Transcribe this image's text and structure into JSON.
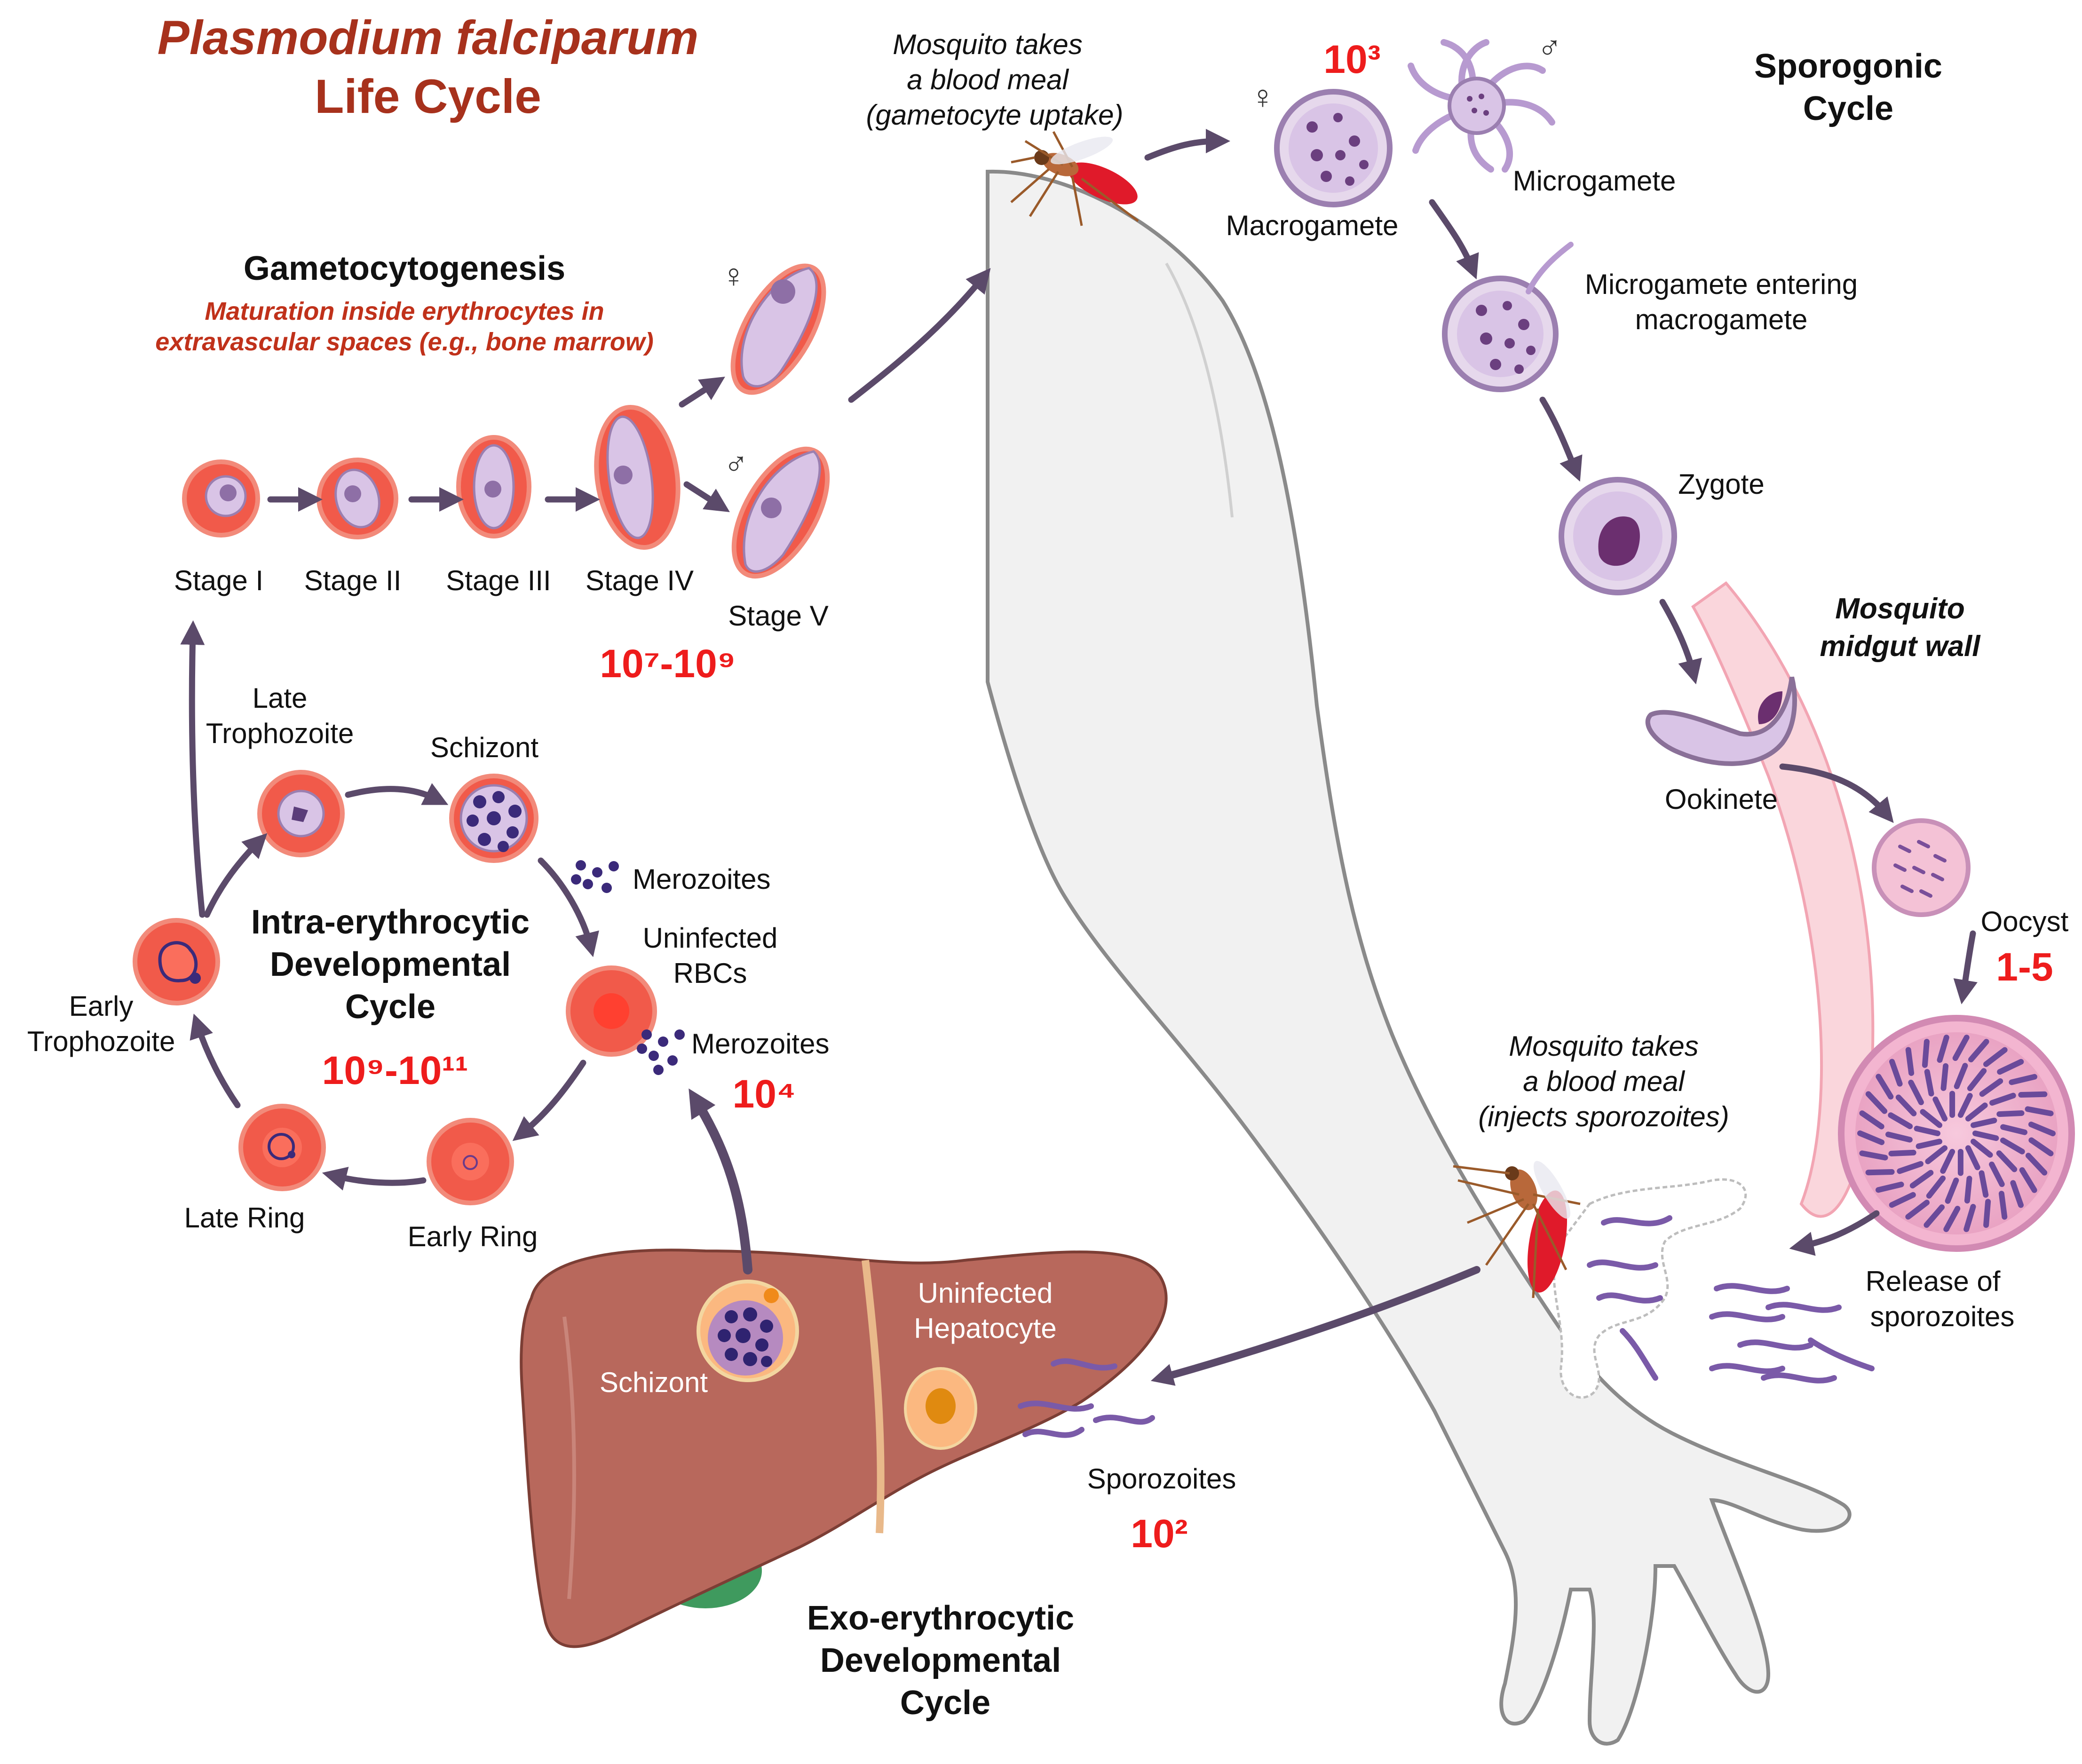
{
  "title": {
    "line1": "Plasmodium falciparum",
    "line2": "Life Cycle"
  },
  "gametocytogenesis": {
    "heading": "Gametocytogenesis",
    "note_line1": "Maturation inside erythrocytes in",
    "note_line2": "extravascular spaces (e.g., bone marrow)",
    "stages": [
      "Stage I",
      "Stage II",
      "Stage III",
      "Stage IV",
      "Stage V"
    ],
    "female_symbol": "♀",
    "male_symbol": "♂",
    "count": "10⁷-10⁹"
  },
  "intra_cycle": {
    "heading_line1": "Intra-erythrocytic",
    "heading_line2": "Developmental",
    "heading_line3": "Cycle",
    "count": "10⁹-10¹¹",
    "late_trophozoite_line1": "Late",
    "late_trophozoite_line2": "Trophozoite",
    "schizont": "Schizont",
    "merozoites_top": "Merozoites",
    "uninfected_rbcs_line1": "Uninfected",
    "uninfected_rbcs_line2": "RBCs",
    "merozoites_bottom": "Merozoites",
    "merozoite_count": "10⁴",
    "early_trophozoite_line1": "Early",
    "early_trophozoite_line2": "Trophozoite",
    "late_ring": "Late Ring",
    "early_ring": "Early Ring"
  },
  "exo_cycle": {
    "heading_line1": "Exo-erythrocytic",
    "heading_line2": "Developmental",
    "heading_line3": "Cycle",
    "schizont": "Schizont",
    "uninfected_hepatocyte_line1": "Uninfected",
    "uninfected_hepatocyte_line2": "Hepatocyte",
    "sporozoites": "Sporozoites",
    "sporozoite_count": "10²"
  },
  "mosquito_uptake": {
    "line1": "Mosquito takes",
    "line2": "a blood meal",
    "line3": "(gametocyte uptake)"
  },
  "mosquito_inject": {
    "line1": "Mosquito takes",
    "line2": "a blood meal",
    "line3": "(injects sporozoites)"
  },
  "sporogonic": {
    "heading_line1": "Sporogonic",
    "heading_line2": "Cycle",
    "gamete_count": "10³",
    "female_symbol": "♀",
    "male_symbol": "♂",
    "macrogamete": "Macrogamete",
    "microgamete": "Microgamete",
    "entering_line1": "Microgamete entering",
    "entering_line2": "macrogamete",
    "zygote": "Zygote",
    "midgut_line1": "Mosquito",
    "midgut_line2": "midgut wall",
    "ookinete": "Ookinete",
    "oocyst": "Oocyst",
    "oocyst_count": "1-5",
    "release_line1": "Release of",
    "release_line2": "sporozoites"
  },
  "colors": {
    "title": "#a7311c",
    "count_red": "#ee1c1c",
    "arrow": "#5b4a6a",
    "rbc": "#f15a4a",
    "parasite": "#d9c4e6",
    "liver": "#b8685c",
    "arm": "#f0f0f0"
  }
}
